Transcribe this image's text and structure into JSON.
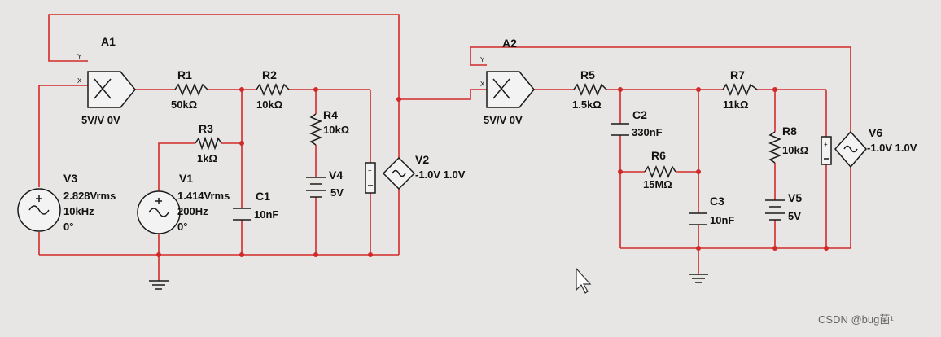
{
  "components": {
    "A1": {
      "name": "A1",
      "gain": "5V/V 0V",
      "pin_y": "Y",
      "pin_x": "X"
    },
    "A2": {
      "name": "A2",
      "gain": "5V/V 0V",
      "pin_y": "Y",
      "pin_x": "X"
    },
    "R1": {
      "name": "R1",
      "value": "50kΩ"
    },
    "R2": {
      "name": "R2",
      "value": "10kΩ"
    },
    "R3": {
      "name": "R3",
      "value": "1kΩ"
    },
    "R4": {
      "name": "R4",
      "value": "10kΩ"
    },
    "R5": {
      "name": "R5",
      "value": "1.5kΩ"
    },
    "R6": {
      "name": "R6",
      "value": "15MΩ"
    },
    "R7": {
      "name": "R7",
      "value": "11kΩ"
    },
    "R8": {
      "name": "R8",
      "value": "10kΩ"
    },
    "C1": {
      "name": "C1",
      "value": "10nF"
    },
    "C2": {
      "name": "C2",
      "value": "330nF"
    },
    "C3": {
      "name": "C3",
      "value": "10nF"
    },
    "V1": {
      "name": "V1",
      "amplitude": "1.414Vrms",
      "frequency": "200Hz",
      "phase": "0°"
    },
    "V3": {
      "name": "V3",
      "amplitude": "2.828Vrms",
      "frequency": "10kHz",
      "phase": "0°"
    },
    "V4": {
      "name": "V4",
      "value": "5V"
    },
    "V5": {
      "name": "V5",
      "value": "5V"
    },
    "V2": {
      "name": "V2",
      "range": "-1.0V 1.0V"
    },
    "V6": {
      "name": "V6",
      "range": "-1.0V 1.0V"
    }
  },
  "watermark": "CSDN @bug菌¹",
  "colors": {
    "wire": "#d22a2a",
    "background": "#e7e6e4",
    "component": "#1a1a1a"
  },
  "icons": {
    "cursor": "mouse-pointer-icon",
    "ground": "ground-icon",
    "ac_source": "ac-source-icon",
    "dc_source": "battery-icon"
  }
}
